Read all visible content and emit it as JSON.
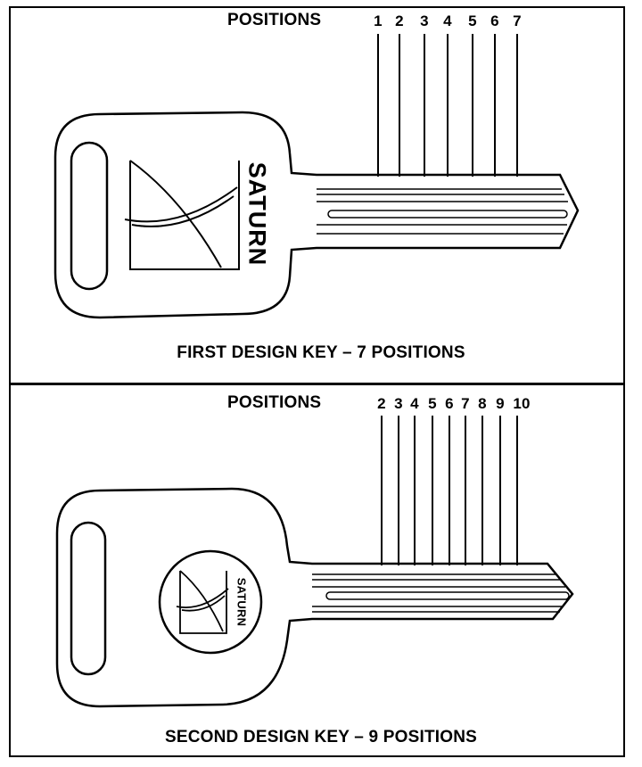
{
  "key1": {
    "positions_label": "POSITIONS",
    "numbers": [
      "1",
      "2",
      "3",
      "4",
      "5",
      "6",
      "7"
    ],
    "brand": "SATURN",
    "caption": "FIRST DESIGN KEY – 7 POSITIONS"
  },
  "key2": {
    "positions_label": "POSITIONS",
    "numbers": [
      "2",
      "3",
      "4",
      "5",
      "6",
      "7",
      "8",
      "9",
      "10"
    ],
    "brand": "SATURN",
    "caption": "SECOND DESIGN KEY – 9 POSITIONS"
  }
}
